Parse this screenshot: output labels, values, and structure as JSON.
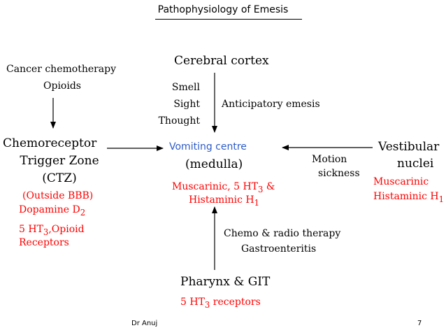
{
  "title": "Pathophysiology of Emesis",
  "cancer": {
    "line1": "Cancer chemotherapy",
    "line2": "Opioids"
  },
  "cortex": {
    "label": "Cerebral cortex",
    "stimuli": [
      "Smell",
      "Sight",
      "Thought"
    ],
    "anticipatory": "Anticipatory emesis"
  },
  "ctz": {
    "line1": "Chemoreceptor",
    "line2": "Trigger Zone",
    "line3": "(CTZ)",
    "outside_bbb": "(Outside BBB)",
    "receptors": [
      {
        "text": "Dopamine D",
        "sub": "2",
        "tail": ""
      },
      {
        "text": "5 HT",
        "sub": "3",
        "tail": ",Opioid"
      },
      {
        "text": "Receptors",
        "sub": "",
        "tail": ""
      }
    ]
  },
  "vomiting": {
    "line1": "Vomiting centre",
    "line2": "(medulla)",
    "rec1": "Muscarinic, 5 HT",
    "rec1_sub": "3",
    "rec1_tail": " &",
    "rec2": "Histaminic H",
    "rec2_sub": "1"
  },
  "motion": {
    "line1": "Motion",
    "line2": "sickness"
  },
  "vestibular": {
    "line1": "Vestibular",
    "line2": "nuclei",
    "rec1": "Muscarinic",
    "rec2": "Histaminic H",
    "rec2_sub": "1"
  },
  "chemo": {
    "line1": "Chemo & radio therapy",
    "line2": "Gastroenteritis"
  },
  "pharynx": {
    "label": "Pharynx & GIT",
    "rec": "5 HT",
    "rec_sub": "3",
    "rec_tail": "  receptors"
  },
  "footer": {
    "author": "Dr Anuj",
    "page": "7"
  },
  "colors": {
    "red": "#ff0000",
    "blue": "#2e5cc8",
    "black": "#000000"
  }
}
